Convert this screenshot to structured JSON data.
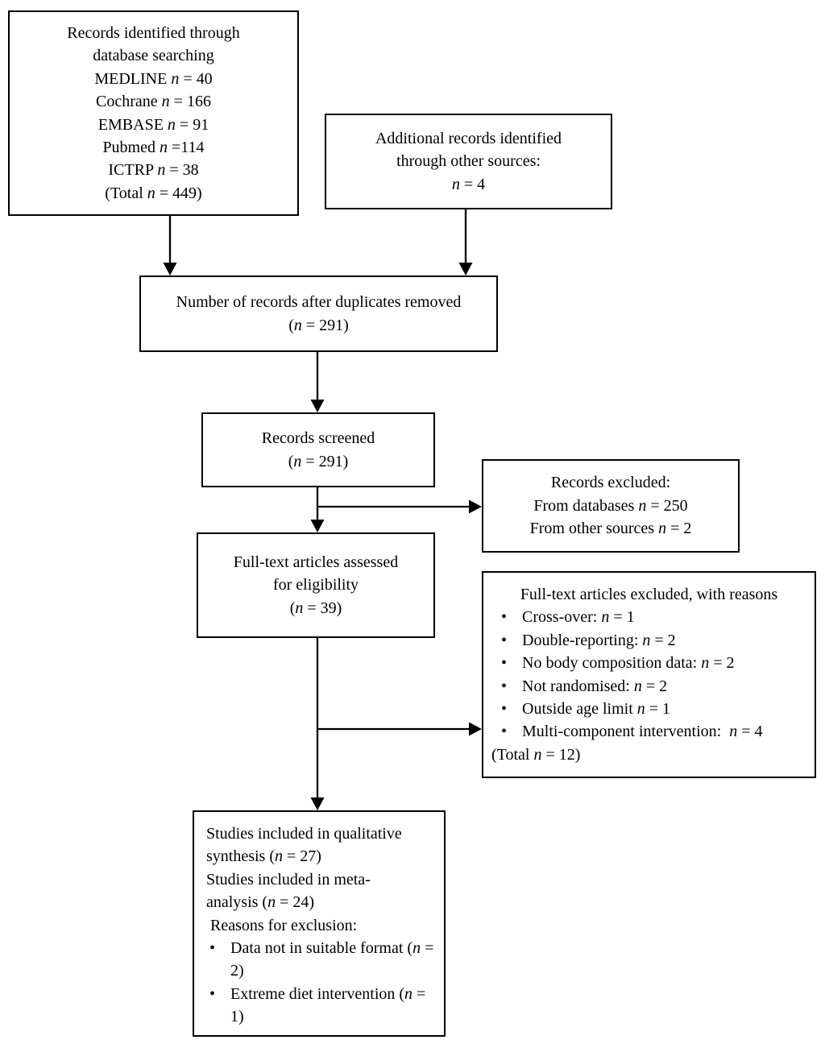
{
  "colors": {
    "background": "#ffffff",
    "box_border": "#000000",
    "text": "#000000",
    "arrow": "#000000"
  },
  "boxes": {
    "identified": {
      "lines": [
        "Records identified through",
        "database searching",
        "MEDLINE n = 40",
        "Cochrane n = 166",
        "EMBASE n = 91",
        "Pubmed n =114",
        "ICTRP n = 38",
        "(Total n = 449)"
      ]
    },
    "additional": {
      "lines": [
        "Additional records identified",
        "through other sources:",
        "n = 4"
      ]
    },
    "duplicates": {
      "lines": [
        "Number of records after duplicates removed",
        "(n = 291)"
      ]
    },
    "screened": {
      "lines": [
        "Records screened",
        "(n = 291)"
      ]
    },
    "records_excluded": {
      "lines": [
        "Records excluded:",
        "From databases n = 250",
        "From other sources n = 2"
      ]
    },
    "fulltext_assessed": {
      "lines": [
        "Full-text articles assessed",
        "for eligibility",
        "(n = 39)"
      ]
    },
    "fulltext_excluded": {
      "title": "Full-text articles excluded, with reasons",
      "bullets": [
        "Cross-over: n = 1",
        "Double-reporting: n = 2",
        "No body composition data: n = 2",
        "Not randomised: n = 2",
        "Outside age limit n = 1",
        "Multi-component intervention:  n = 4"
      ],
      "footer": "(Total n = 12)"
    },
    "included": {
      "lines": [
        "Studies included in qualitative",
        "synthesis (n = 27)",
        "Studies included in meta-",
        "analysis (n = 24)",
        "Reasons for exclusion:"
      ],
      "bullets": [
        [
          "Data not in suitable format",
          "(n = 2)"
        ],
        [
          "Extreme diet intervention",
          "(n = 1)"
        ]
      ]
    }
  }
}
